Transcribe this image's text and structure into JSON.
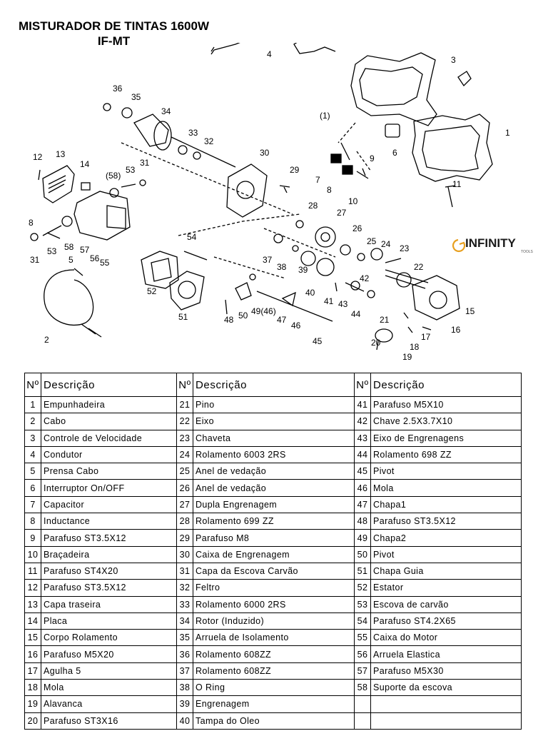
{
  "title": {
    "line1": "MISTURADOR DE TINTAS 1600W",
    "line2": "IF-MT"
  },
  "brand": {
    "text": "INFINITY",
    "sub": "TOOLS",
    "accent": "#e8a020"
  },
  "diagram": {
    "labels": [
      "1",
      "2",
      "3",
      "4",
      "5",
      "6",
      "7",
      "8",
      "9",
      "10",
      "11",
      "12",
      "13",
      "14",
      "15",
      "16",
      "17",
      "18",
      "19",
      "20",
      "21",
      "22",
      "23",
      "24",
      "25",
      "26",
      "27",
      "28",
      "29",
      "30",
      "31",
      "32",
      "33",
      "34",
      "35",
      "36",
      "37",
      "38",
      "40",
      "41",
      "42",
      "43",
      "44",
      "45",
      "46",
      "47",
      "48",
      "49(46)",
      "50",
      "51",
      "52",
      "53",
      "53",
      "54",
      "55",
      "56",
      "57",
      "58",
      "(58)",
      "31",
      "(1)"
    ]
  },
  "table": {
    "headers": [
      {
        "n": "Nº",
        "d": "Descrição"
      },
      {
        "n": "Nº",
        "d": "Descrição"
      },
      {
        "n": "Nº",
        "d": "Descrição"
      }
    ],
    "rows": [
      [
        {
          "n": "1",
          "d": "Empunhadeira"
        },
        {
          "n": "21",
          "d": "Pino"
        },
        {
          "n": "41",
          "d": "Parafuso M5X10"
        }
      ],
      [
        {
          "n": "2",
          "d": "Cabo"
        },
        {
          "n": "22",
          "d": "Eixo"
        },
        {
          "n": "42",
          "d": "Chave 2.5X3.7X10"
        }
      ],
      [
        {
          "n": "3",
          "d": "Controle de Velocidade"
        },
        {
          "n": "23",
          "d": "Chaveta"
        },
        {
          "n": "43",
          "d": "Eixo de Engrenagens"
        }
      ],
      [
        {
          "n": "4",
          "d": "Condutor"
        },
        {
          "n": "24",
          "d": "Rolamento 6003 2RS"
        },
        {
          "n": "44",
          "d": "Rolamento 698 ZZ"
        }
      ],
      [
        {
          "n": "5",
          "d": "Prensa Cabo"
        },
        {
          "n": "25",
          "d": "Anel de vedação"
        },
        {
          "n": "45",
          "d": "Pivot"
        }
      ],
      [
        {
          "n": "6",
          "d": "Interruptor On/OFF"
        },
        {
          "n": "26",
          "d": "Anel de vedação"
        },
        {
          "n": "46",
          "d": "Mola"
        }
      ],
      [
        {
          "n": "7",
          "d": "Capacitor"
        },
        {
          "n": "27",
          "d": "Dupla Engrenagem"
        },
        {
          "n": "47",
          "d": "Chapa1"
        }
      ],
      [
        {
          "n": "8",
          "d": "Inductance"
        },
        {
          "n": "28",
          "d": "Rolamento 699 ZZ"
        },
        {
          "n": "48",
          "d": "Parafuso ST3.5X12"
        }
      ],
      [
        {
          "n": "9",
          "d": "Parafuso ST3.5X12"
        },
        {
          "n": "29",
          "d": "Parafuso M8"
        },
        {
          "n": "49",
          "d": "Chapa2"
        }
      ],
      [
        {
          "n": "10",
          "d": "Braçadeira"
        },
        {
          "n": "30",
          "d": "Caixa de Engrenagem"
        },
        {
          "n": "50",
          "d": "Pivot"
        }
      ],
      [
        {
          "n": "11",
          "d": "Parafuso ST4X20"
        },
        {
          "n": "31",
          "d": "Capa da Escova Carvão"
        },
        {
          "n": "51",
          "d": "Chapa Guia"
        }
      ],
      [
        {
          "n": "12",
          "d": "Parafuso ST3.5X12"
        },
        {
          "n": "32",
          "d": "Feltro"
        },
        {
          "n": "52",
          "d": "Estator"
        }
      ],
      [
        {
          "n": "13",
          "d": "Capa traseira"
        },
        {
          "n": "33",
          "d": "Rolamento 6000 2RS"
        },
        {
          "n": "53",
          "d": "Escova de carvão"
        }
      ],
      [
        {
          "n": "14",
          "d": "Placa"
        },
        {
          "n": "34",
          "d": "Rotor (Induzido)"
        },
        {
          "n": "54",
          "d": "Parafuso ST4.2X65"
        }
      ],
      [
        {
          "n": "15",
          "d": "Corpo Rolamento"
        },
        {
          "n": "35",
          "d": "Arruela de Isolamento"
        },
        {
          "n": "55",
          "d": "Caixa do Motor"
        }
      ],
      [
        {
          "n": "16",
          "d": "Parafuso M5X20"
        },
        {
          "n": "36",
          "d": "Rolamento 608ZZ"
        },
        {
          "n": "56",
          "d": "Arruela Elastica"
        }
      ],
      [
        {
          "n": "17",
          "d": "Agulha 5"
        },
        {
          "n": "37",
          "d": "Rolamento 608ZZ"
        },
        {
          "n": "57",
          "d": "Parafuso M5X30"
        }
      ],
      [
        {
          "n": "18",
          "d": "Mola"
        },
        {
          "n": "38",
          "d": "O Ring"
        },
        {
          "n": "58",
          "d": "Suporte da escova"
        }
      ],
      [
        {
          "n": "19",
          "d": "Alavanca"
        },
        {
          "n": "39",
          "d": "Engrenagem"
        },
        {
          "n": "",
          "d": ""
        }
      ],
      [
        {
          "n": "20",
          "d": "Parafuso ST3X16"
        },
        {
          "n": "40",
          "d": "Tampa do Oleo"
        },
        {
          "n": "",
          "d": ""
        }
      ]
    ]
  }
}
